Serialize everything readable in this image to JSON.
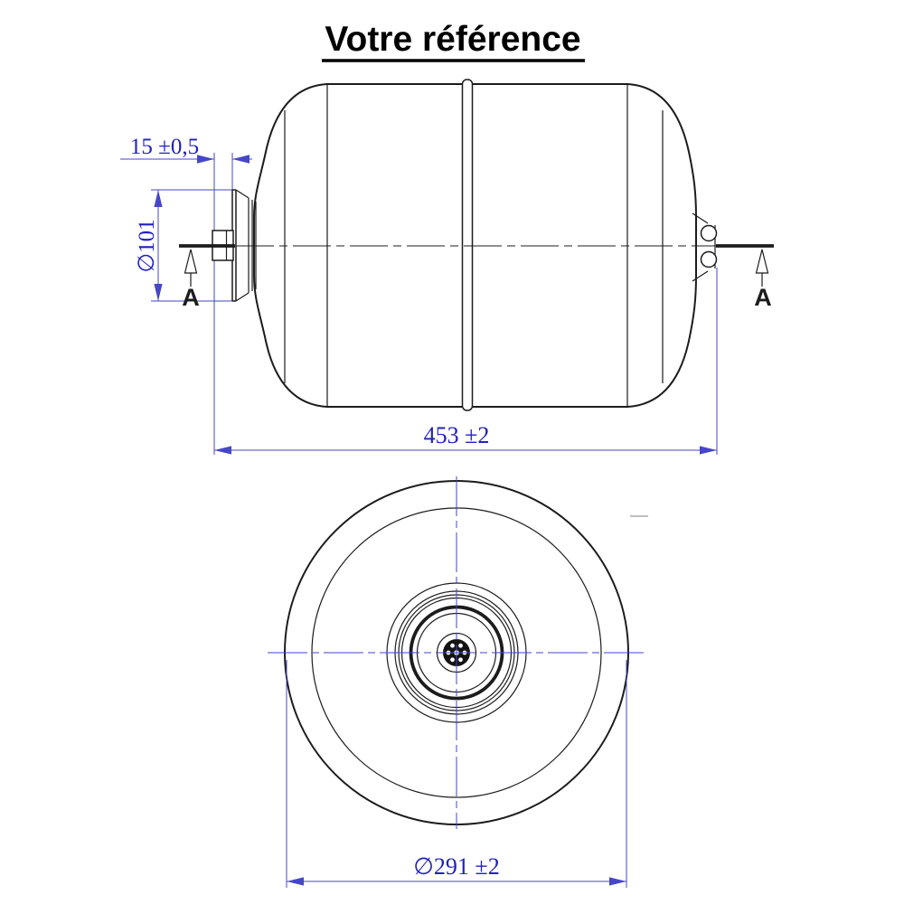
{
  "title": "Votre référence",
  "section": {
    "marker": "A"
  },
  "dimensions": {
    "stub_length": {
      "label": "15 ±0,5"
    },
    "flange_diameter": {
      "label": "∅101"
    },
    "overall_length": {
      "label": "453 ±2"
    },
    "outer_diameter": {
      "label": "∅291 ±2"
    }
  },
  "colors": {
    "dimension_blue": "#4646c8",
    "dimension_text_blue": "#2121bb",
    "ink": "#1c1c1c",
    "background": "#ffffff"
  }
}
